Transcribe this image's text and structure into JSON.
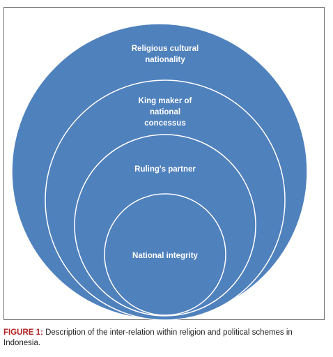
{
  "diagram": {
    "circles": [
      {
        "label": "Religious cultural\nnationality"
      },
      {
        "label": "King maker of\nnational\nconcessus"
      },
      {
        "label": "Ruling's partner"
      },
      {
        "label": "National integrity"
      }
    ],
    "fill_color": "#4f81bd",
    "stroke_color": "#ffffff"
  },
  "caption": {
    "figure_label": "FIGURE 1:",
    "text": " Description of the inter-relation within religion and political schemes in Indonesia."
  }
}
